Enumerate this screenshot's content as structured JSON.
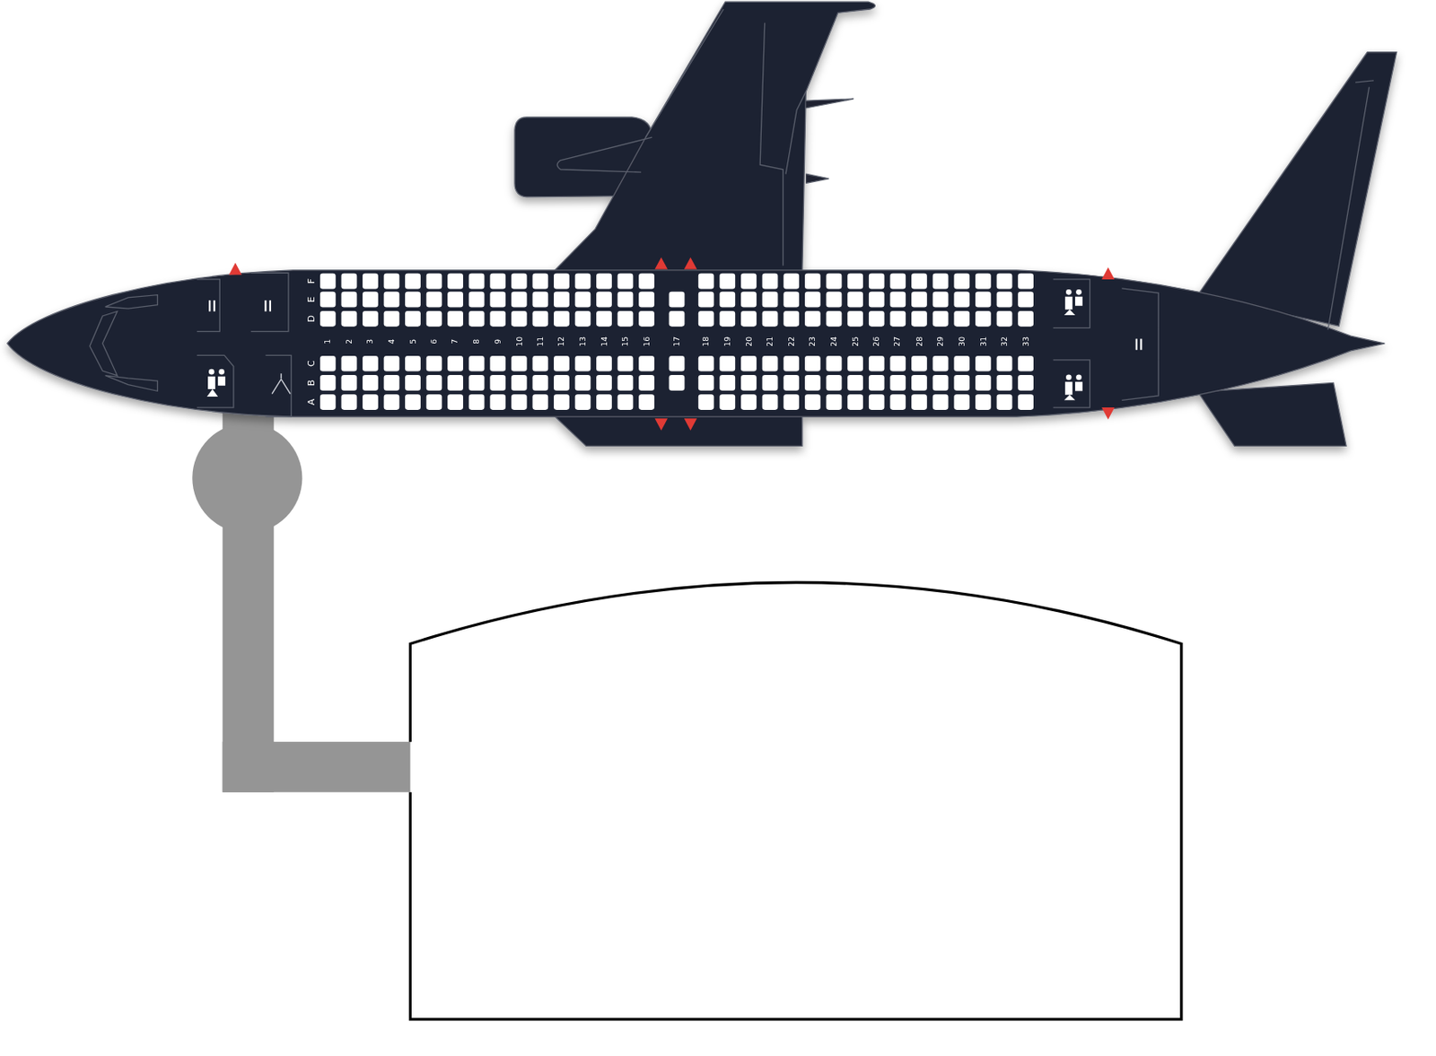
{
  "diagram": {
    "labels": [
      "F",
      "E",
      "D",
      "C",
      "B",
      "A",
      "1",
      "2",
      "3",
      "4",
      "5",
      "6",
      "7",
      "8",
      "9",
      "10",
      "11",
      "12",
      "13",
      "14",
      "15",
      "16",
      "17",
      "18",
      "19",
      "20",
      "21",
      "22",
      "23",
      "24",
      "25",
      "26",
      "27",
      "28",
      "29",
      "30",
      "31",
      "32",
      "33"
    ]
  }
}
